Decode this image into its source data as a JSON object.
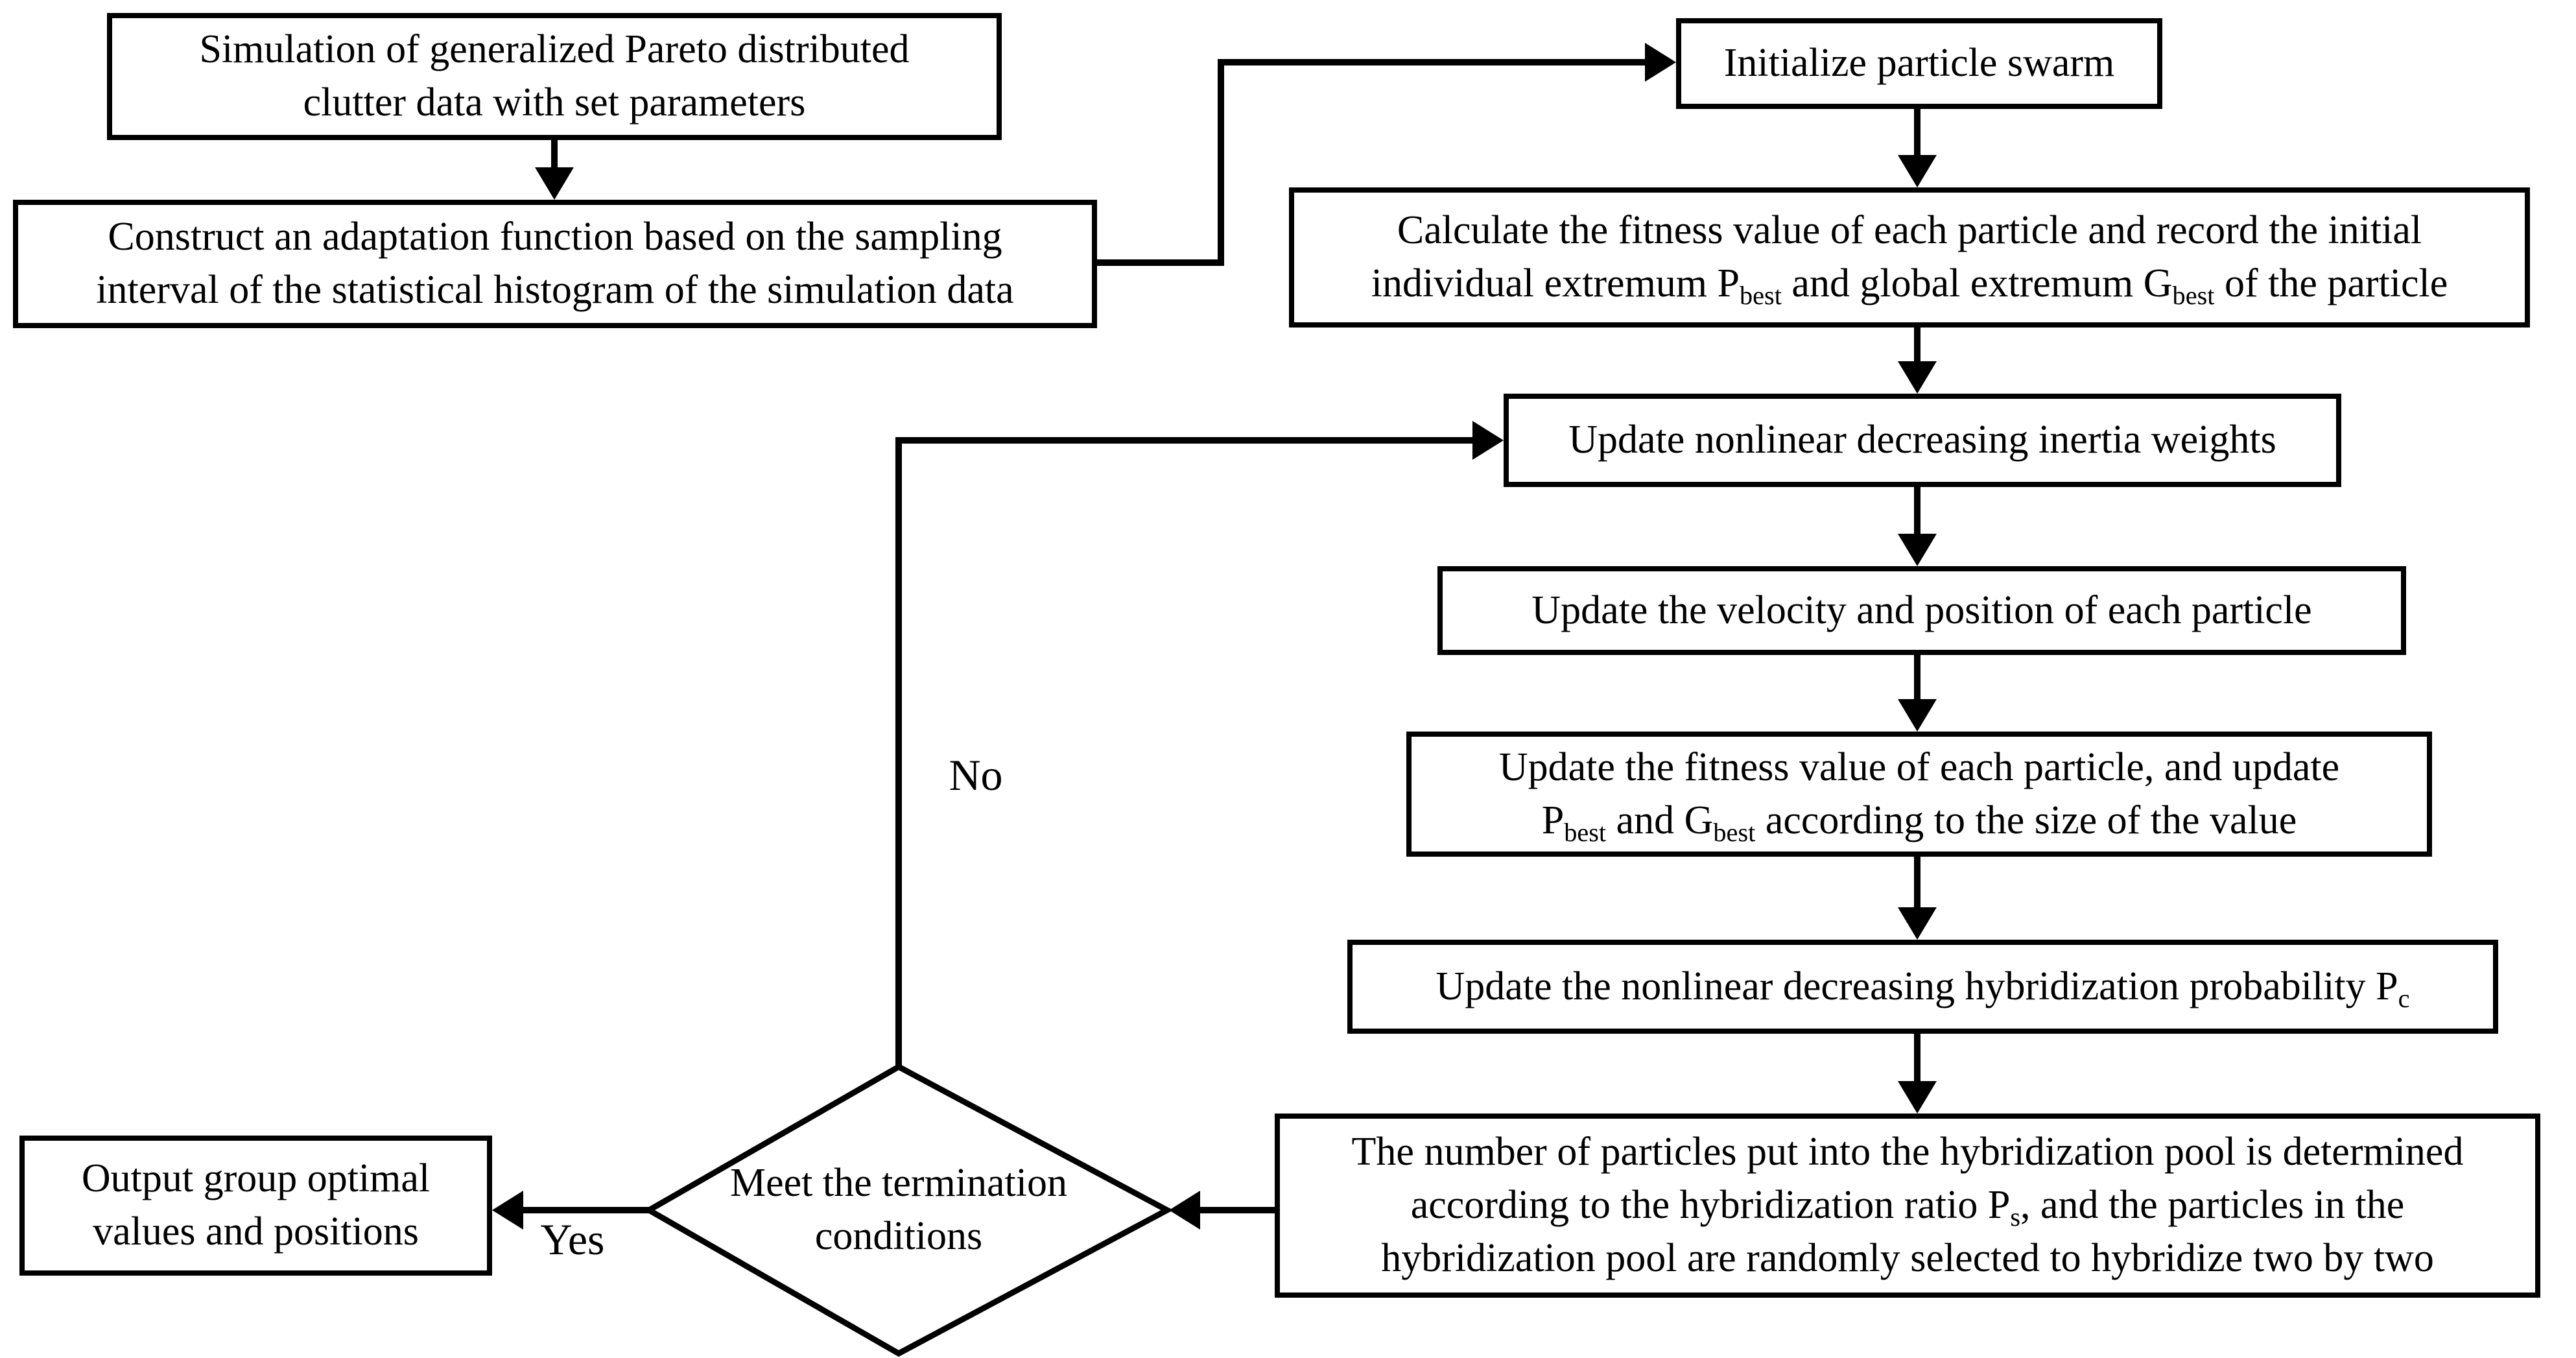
{
  "colors": {
    "ink": "#000000",
    "paper": "#ffffff"
  },
  "labels": {
    "yes": "Yes",
    "no": "No"
  },
  "nodes": {
    "simulation": {
      "line1": "Simulation of generalized Pareto distributed",
      "line2": "clutter data with set parameters"
    },
    "construct": {
      "line1": "Construct an adaptation function based on the sampling",
      "line2": "interval of the statistical histogram of the simulation data"
    },
    "initialize": {
      "line1": "Initialize particle swarm"
    },
    "calc_fitness": {
      "line1": "Calculate the fitness value of each particle and record the initial",
      "l2a": "individual extremum P",
      "l2a_sub": "best",
      "l2b": " and global extremum G",
      "l2b_sub": "best",
      "l2c": " of the particle"
    },
    "update_inertia": {
      "line1": "Update nonlinear decreasing inertia weights"
    },
    "update_velocity": {
      "line1": "Update the velocity and position of each particle"
    },
    "update_fitness": {
      "line1": "Update the fitness value of each particle, and update",
      "l2a": "P",
      "l2a_sub": "best",
      "l2b": " and G",
      "l2b_sub": "best",
      "l2c": " according to the size of the value"
    },
    "update_hybrid_prob": {
      "l1a": "Update the nonlinear decreasing hybridization probability P",
      "l1a_sub": "c"
    },
    "hybrid_pool": {
      "line1": "The number of particles put into the hybridization pool is determined",
      "l2a": "according to the hybridization ratio P",
      "l2a_sub": "s",
      "l2b": ", and the particles in the",
      "line3": "hybridization pool are randomly selected to hybridize two by two"
    },
    "termination": {
      "line1": "Meet the termination",
      "line2": "conditions"
    },
    "output": {
      "line1": "Output group optimal",
      "line2": "values and positions"
    }
  },
  "edges": [
    {
      "from": "simulation",
      "to": "construct",
      "label": ""
    },
    {
      "from": "construct",
      "to": "initialize",
      "label": ""
    },
    {
      "from": "initialize",
      "to": "calc_fitness",
      "label": ""
    },
    {
      "from": "calc_fitness",
      "to": "update_inertia",
      "label": ""
    },
    {
      "from": "update_inertia",
      "to": "update_velocity",
      "label": ""
    },
    {
      "from": "update_velocity",
      "to": "update_fitness",
      "label": ""
    },
    {
      "from": "update_fitness",
      "to": "update_hybrid_prob",
      "label": ""
    },
    {
      "from": "update_hybrid_prob",
      "to": "hybrid_pool",
      "label": ""
    },
    {
      "from": "hybrid_pool",
      "to": "termination",
      "label": ""
    },
    {
      "from": "termination",
      "to": "update_inertia",
      "label": "No"
    },
    {
      "from": "termination",
      "to": "output",
      "label": "Yes"
    }
  ]
}
